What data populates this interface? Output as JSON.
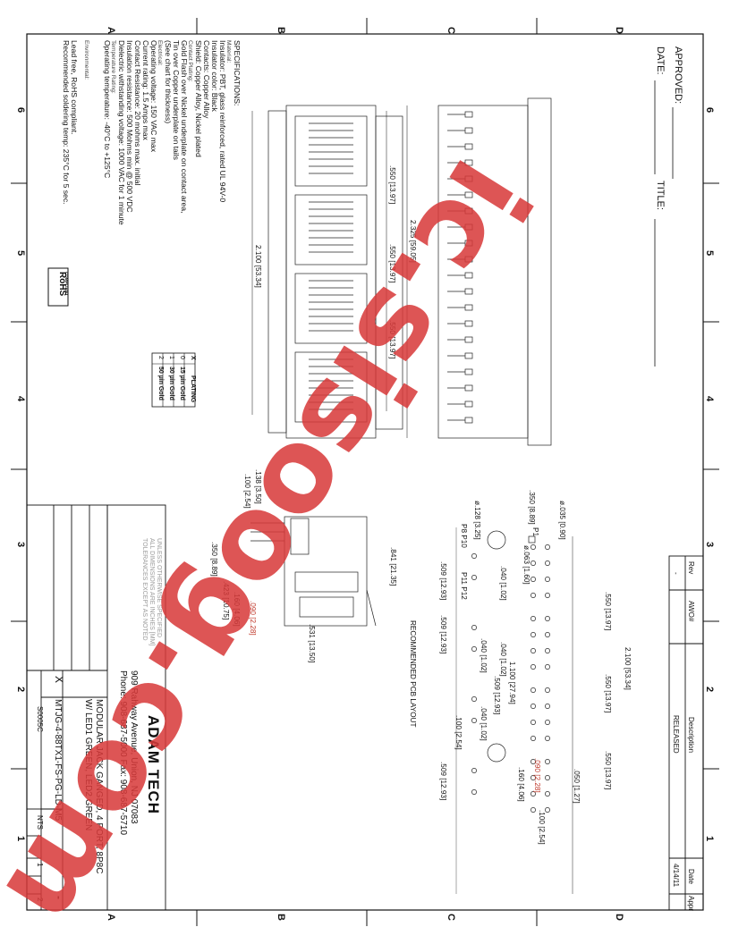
{
  "zones": {
    "letters": [
      "A",
      "B",
      "C",
      "D"
    ],
    "numbers": [
      "6",
      "5",
      "4",
      "3",
      "2",
      "1"
    ]
  },
  "approval": {
    "approved": "APPROVED:",
    "date": "DATE:",
    "title": "TITLE:"
  },
  "specs": {
    "heading": "SPECIFICATIONS:",
    "material_h": "Material:",
    "insulator": "Insulator: PBT, glass reinforced, rated UL 94V-0",
    "insulator_color": "Insulator color: Black",
    "contacts": "Contacts: Copper Alloy",
    "shield": "Shield: Copper Alloy, Nickel plated",
    "plating_h": "Contact Plating:",
    "gold_flash": "Gold Flash over Nickel underplate on contact area,",
    "tin": "Tin over Copper underplate on tails",
    "see_chart": "(See chart for thickness)",
    "electrical_h": "Electrical:",
    "voltage": "Operating voltage: 150 VAC max",
    "current": "Current rating: 1.5 Amps max",
    "resistance": "Contact Resistance: 20 mohms max. initial",
    "insulation": "Insulation resistance: 500 Mohms min @ 500 VDC",
    "dielectric": "Dielectric withstanding voltage: 1000 VAC for 1 minute",
    "temp_h": "Temperature Rating:",
    "env_h": "Environmental:",
    "op_temp": "Operating temperature: -40°C to +125°C",
    "lead_free": "Lead free, RoHS compliant.",
    "solder": "Recommended soldering temp: 235°C for 5 sec."
  },
  "rohs": {
    "line1": "RoHS",
    "line2": "COMPLIANT"
  },
  "plating_table": {
    "headers": [
      "X",
      "PLATING"
    ],
    "rows": [
      [
        "0",
        "15 µin Gold"
      ],
      [
        "1",
        "30 µin Gold"
      ],
      [
        "2",
        "50 µin Gold"
      ]
    ]
  },
  "top_view": {
    "overall": "2.325 [59.05]",
    "pitch_width": "2.100 [53.34]",
    "port_pitch_1": ".550 [13.97]",
    "port_pitch_2": ".550 [13.97]",
    "port_pitch_3": ".550 [13.97]"
  },
  "side_view": {
    "d138": ".138 [3.50]",
    "d100": ".100 [2.54]",
    "d350": ".350 [8.89]",
    "d841": ".841 [21.35]",
    "d090": ".090 [2.28]",
    "d160": ".160 [4.06]",
    "d423": ".423 [10.75]",
    "d531": ".531 [13.50]"
  },
  "pcb": {
    "heading": "RECOMMENDED PCB LAYOUT",
    "phi128": "ø.128 [3.25]",
    "phi035": "ø.035 [0.90]",
    "phi063": "ø.063 [1.60]",
    "d350": ".350 [8.89]",
    "p1": "P1",
    "p8p10": "P8 P10",
    "p11p12": "P11 P12",
    "d509a": ".509 [12.93]",
    "d509b": ".509 [12.93]",
    "d509c": ".509 [12.93]",
    "d509d": ".509 [12.93]",
    "d040a": ".040 [1.02]",
    "d040b": ".040 [1.02]",
    "d040c": ".040 [1.02]",
    "d040d": ".040 [1.02]",
    "d550a": ".550 [13.97]",
    "d550b": ".550 [13.97]",
    "d550c": ".550 [13.97]",
    "d2100": "2.100 [53.34]",
    "d1100": "1.100 [27.94]",
    "d050": ".050 [1.27]",
    "d090": ".090 [2.28]",
    "d160": ".160 [4.06]",
    "d100a": ".100 [2.54]",
    "d100b": ".100 [2.54]"
  },
  "revision": {
    "headers": [
      "Rev",
      "AWO#",
      "Description",
      "Date",
      "Appr"
    ],
    "row": [
      "-",
      "",
      "RELEASED",
      "4/14/11",
      ""
    ]
  },
  "company": {
    "logo": "ADAM TECH",
    "address": "909 Rahway Avenue, Union, NJ 07083",
    "phone": "Phone: 908-687-5000 Fax: 908-687-5710"
  },
  "title_block": {
    "desc1": "MODULAR JACK GANGED, 4 PORT, 8P8C",
    "desc2": "W/ LED1 GREEN, LED2 GREEN",
    "part": "MTJG-4-88TX1-FS-PG-LD-M5",
    "plating_x": "X",
    "doc": "S0005C",
    "scale": "NTS",
    "sheet": "1",
    "of": "2",
    "rev": "-"
  },
  "tolerance_note": {
    "l1": "UNLESS OTHERWISE SPECIFIED",
    "l2": "ALL DIMENSIONS ARE INCHES [MM]",
    "l3": "TOLERANCES EXCEPT AS NOTED"
  },
  "watermark": "ic.sisoog.com",
  "colors": {
    "watermark": "#d83a3a",
    "line": "#111111",
    "dim_red": "#c0392b"
  }
}
